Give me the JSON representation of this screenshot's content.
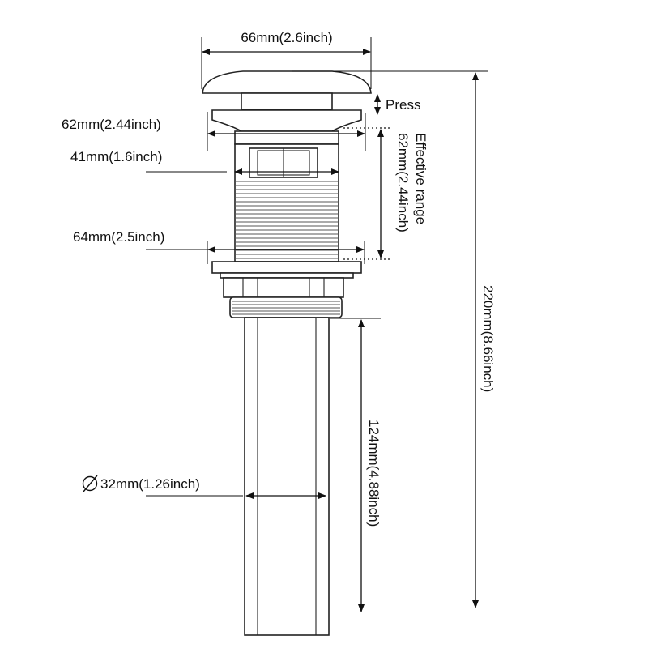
{
  "labels": {
    "cap_width": "66mm(2.6inch)",
    "press": "Press",
    "flange_width": "62mm(2.44inch)",
    "inner_width": "41mm(1.6inch)",
    "effective_title": "Effective range",
    "effective_value": "62mm(2.44inch)",
    "body_width": "64mm(2.5inch)",
    "total_height": "220mm(8.66inch)",
    "tail_height": "124mm(4.88inch)",
    "tail_diameter": "32mm(1.26inch)"
  },
  "colors": {
    "line": "#111111",
    "background": "#ffffff"
  }
}
